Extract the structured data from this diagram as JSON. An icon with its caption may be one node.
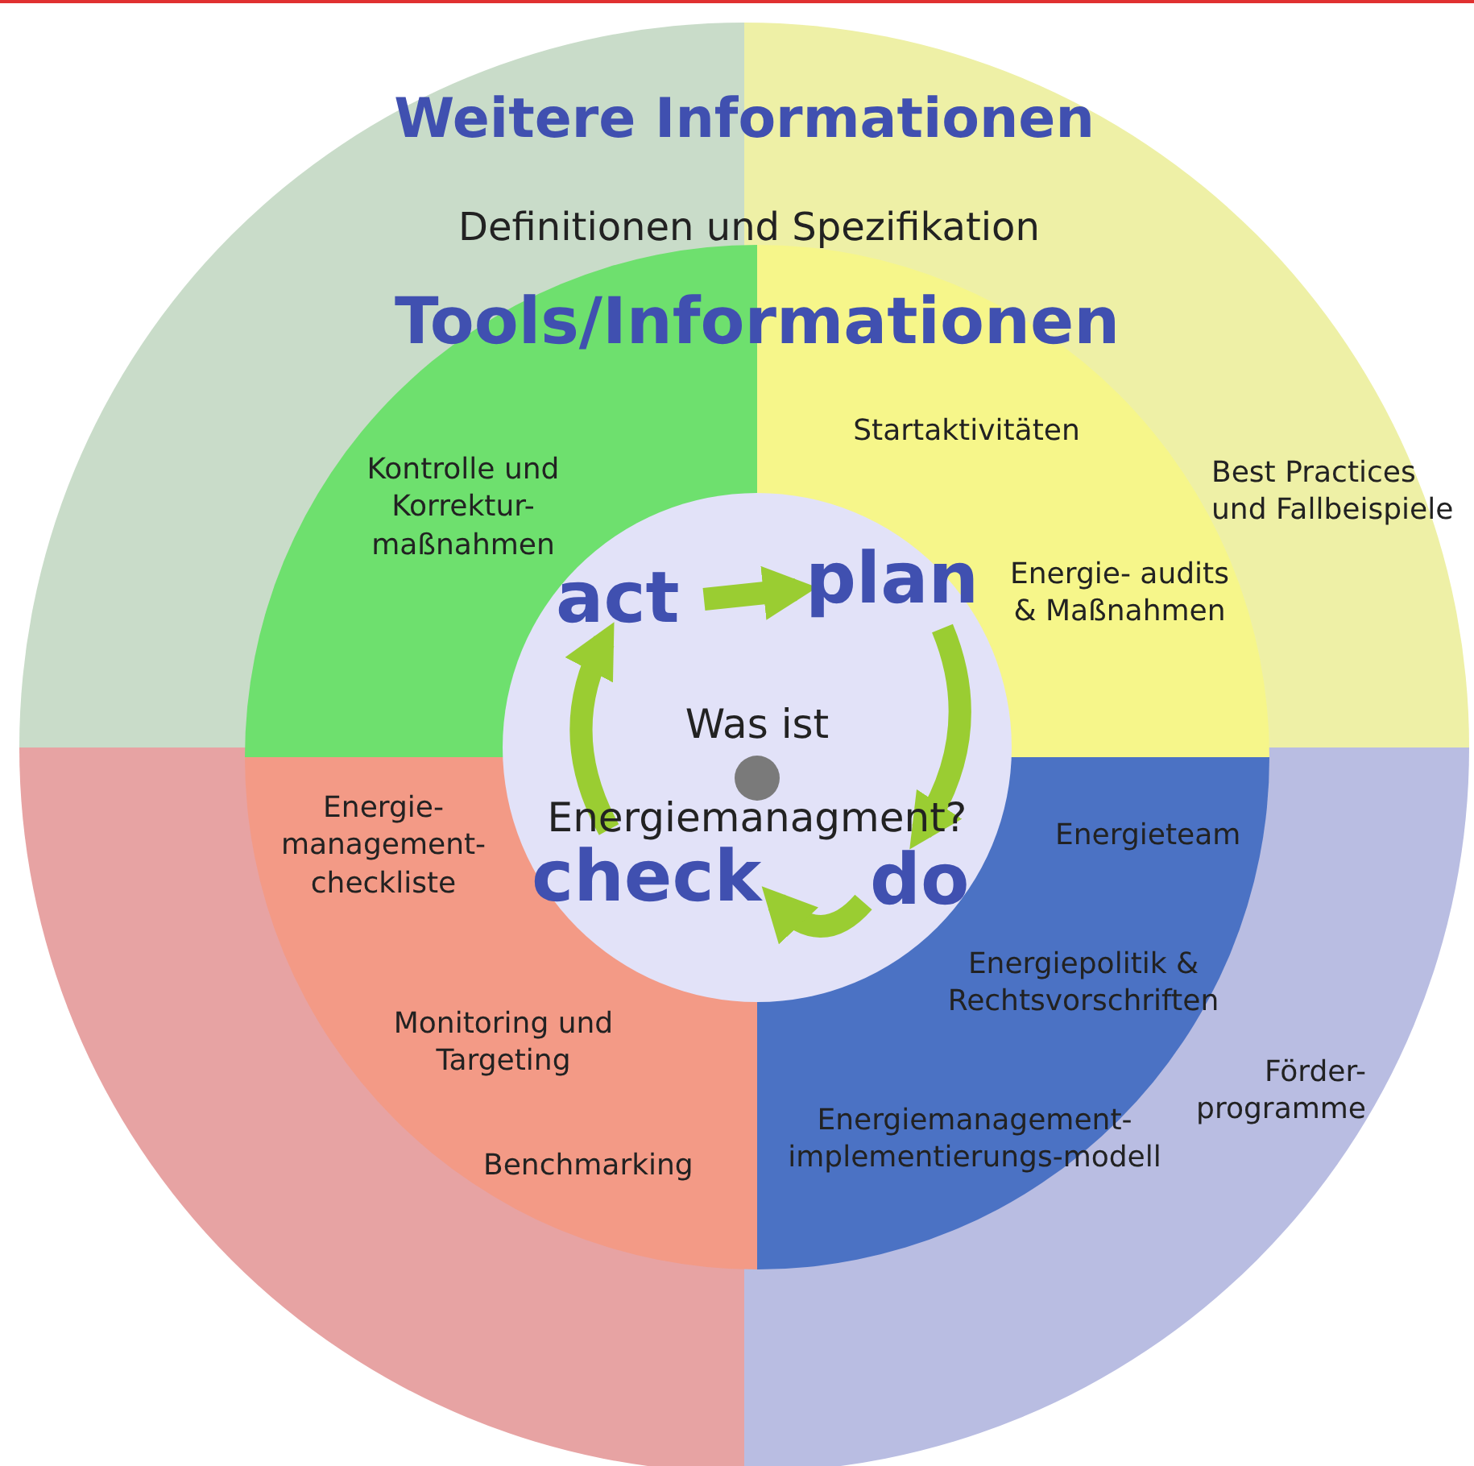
{
  "diagram": {
    "nodes": [
      {
        "text": [
          "Weitere Informationen"
        ]
      },
      {
        "text": [
          "Tools/Informationen"
        ],
        "in": 0
      },
      {
        "text": [
          "Was ist Energiemanagment?"
        ],
        "in": 1
      },
      {
        "text": [
          "act"
        ],
        "in": 2
      },
      {
        "text": [
          "plan"
        ],
        "in": 2
      },
      {
        "text": [
          "do"
        ],
        "in": 2
      },
      {
        "text": [
          "check"
        ],
        "in": 2
      }
    ],
    "edges": [
      {
        "from": 3,
        "to": 4,
        "arrow": "to"
      },
      {
        "from": 4,
        "to": 5,
        "arrow": "to"
      },
      {
        "from": 5,
        "to": 6,
        "arrow": "to"
      },
      {
        "from": 6,
        "to": 3,
        "arrow": "to"
      }
    ],
    "labels": [
      "Definitionen und Spezifikation",
      "Startaktivitäten",
      "Kontrolle und Korrektur- maßnahmen",
      "Best Practices und Fallbeispiele",
      "Energie- audits & Maßnahmen",
      "Energie- management- checkliste",
      "Energieteam",
      "Energiepolitik & Rechtsvorschriften",
      "Monitoring und Targeting",
      "Förder- programme",
      "Energiemanagement- implementierungs-modell",
      "Benchmarking"
    ]
  }
}
